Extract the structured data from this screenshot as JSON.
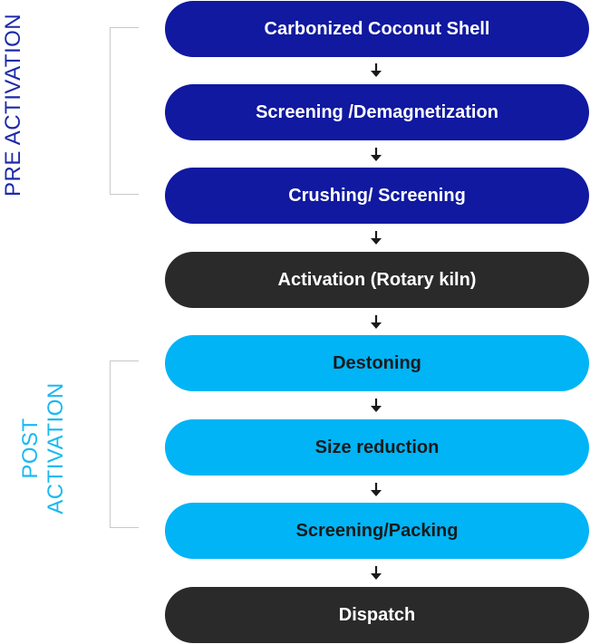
{
  "steps": [
    {
      "label": "Carbonized Coconut Shell",
      "phase": "pre"
    },
    {
      "label": "Screening /Demagnetization",
      "phase": "pre"
    },
    {
      "label": "Crushing/ Screening",
      "phase": "pre"
    },
    {
      "label": "Activation (Rotary kiln)",
      "phase": "activation"
    },
    {
      "label": "Destoning",
      "phase": "post"
    },
    {
      "label": "Size reduction",
      "phase": "post"
    },
    {
      "label": "Screening/Packing",
      "phase": "post"
    },
    {
      "label": "Dispatch",
      "phase": "activation"
    }
  ],
  "phases": {
    "pre": {
      "label": "PRE ACTIVATION"
    },
    "post": {
      "line1": "POST",
      "line2": "ACTIVATION"
    }
  },
  "colors": {
    "pre": "#10199f",
    "activation": "#2a2a2a",
    "post": "#00b4f6"
  }
}
